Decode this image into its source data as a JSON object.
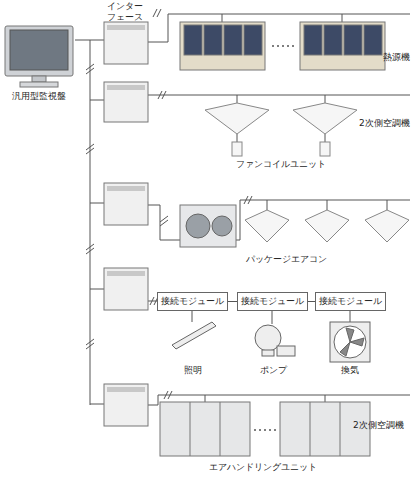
{
  "diagram": {
    "nodes": [
      {
        "text": [
          "接続モジュール"
        ]
      },
      {
        "text": [
          "接続モジュール"
        ]
      },
      {
        "text": [
          "接続モジュール"
        ]
      }
    ],
    "edges": [
      {
        "from": 0,
        "to": 1,
        "arrow": "none"
      },
      {
        "from": 1,
        "to": 2,
        "arrow": "none"
      }
    ],
    "labels": [
      "インター フェース",
      "汎用型監視盤",
      "熱源機",
      "2次側空調機",
      "ファンコイルユニット",
      "パッケージエアコン",
      "照明",
      "ポンプ",
      "換気",
      "2次側空調機",
      "エアハンドリングユニット"
    ]
  }
}
